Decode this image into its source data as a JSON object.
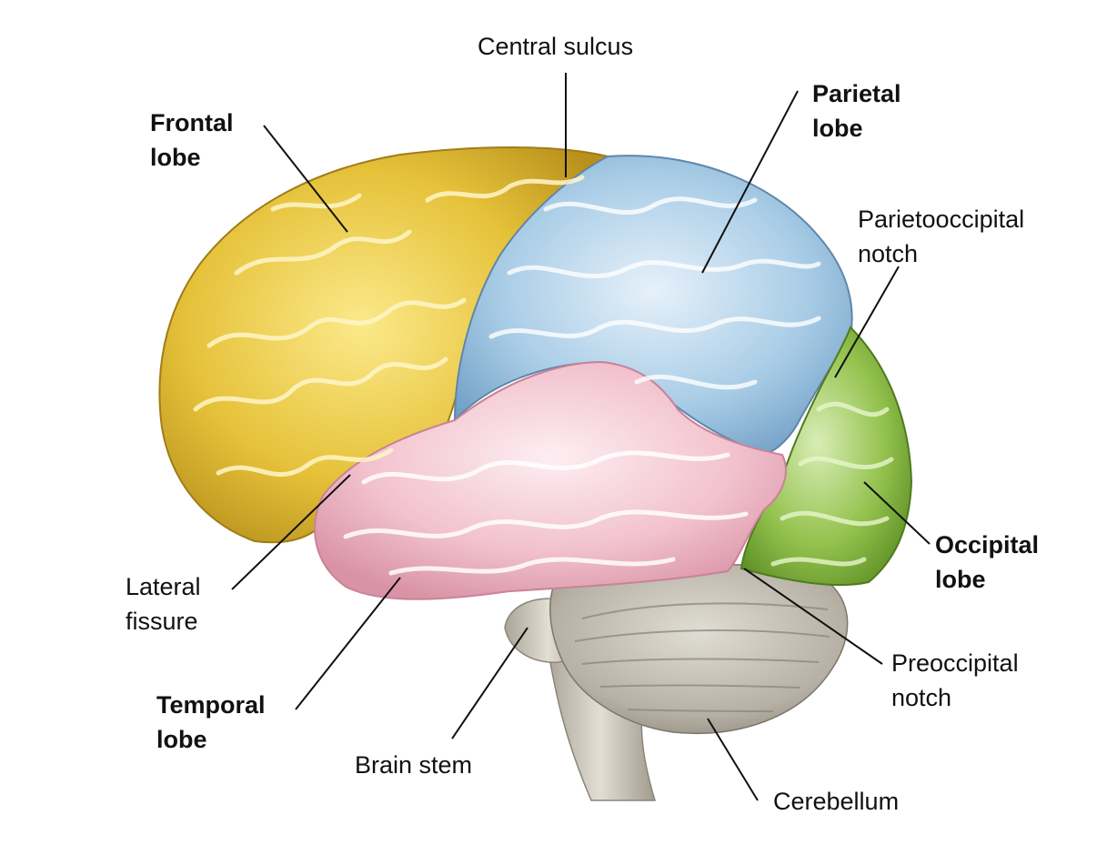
{
  "colors": {
    "frontal": "#e8c63c",
    "parietal": "#a9cde6",
    "temporal": "#f3c4cf",
    "occipital": "#93c24e",
    "cerebellum": "#b8b3a6",
    "brainstem": "#cfcabd",
    "leader": "#111111"
  },
  "labels": {
    "central_sulcus": [
      "Central sulcus"
    ],
    "frontal_lobe": [
      "Frontal",
      "lobe"
    ],
    "parietal_lobe": [
      "Parietal",
      "lobe"
    ],
    "parietooccipital_notch": [
      "Parietooccipital",
      "notch"
    ],
    "occipital_lobe": [
      "Occipital",
      "lobe"
    ],
    "lateral_fissure": [
      "Lateral",
      "fissure"
    ],
    "temporal_lobe": [
      "Temporal",
      "lobe"
    ],
    "brain_stem": [
      "Brain stem"
    ],
    "preoccipital_notch": [
      "Preoccipital",
      "notch"
    ],
    "cerebellum": [
      "Cerebellum"
    ]
  }
}
